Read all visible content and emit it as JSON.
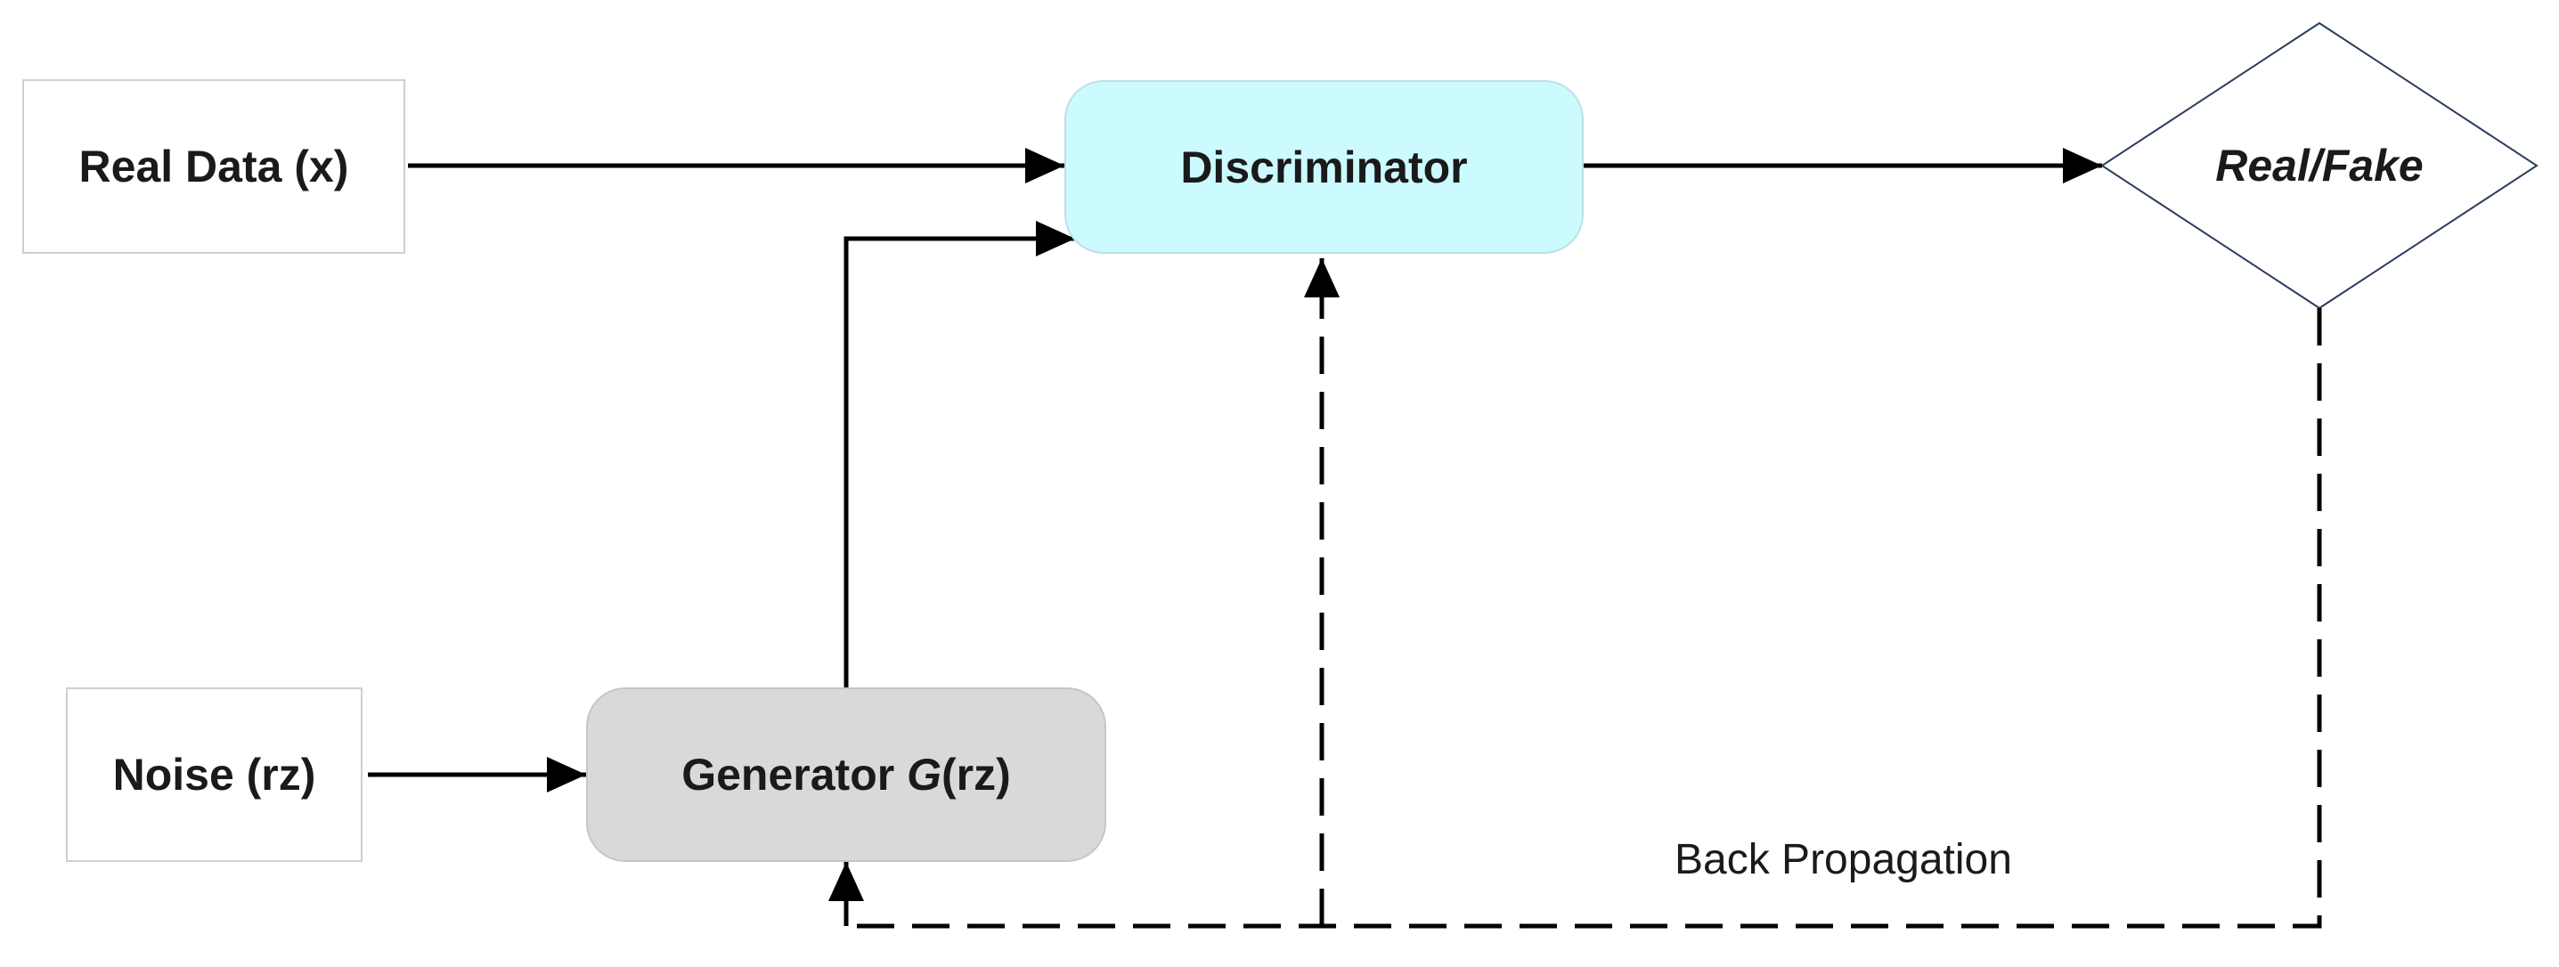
{
  "nodes": {
    "real_data": "Real Data (x)",
    "noise": "Noise (rz)",
    "discriminator": "Discriminator",
    "generator": {
      "prefix": "Generator ",
      "symbol": "G",
      "suffix": "(rz)"
    },
    "decision": "Real/Fake"
  },
  "edge_labels": {
    "feedback": "Back Propagation"
  },
  "colors": {
    "discriminator_fill": "#ccfbff",
    "generator_fill": "#d9d9d9",
    "line": "#000000"
  }
}
